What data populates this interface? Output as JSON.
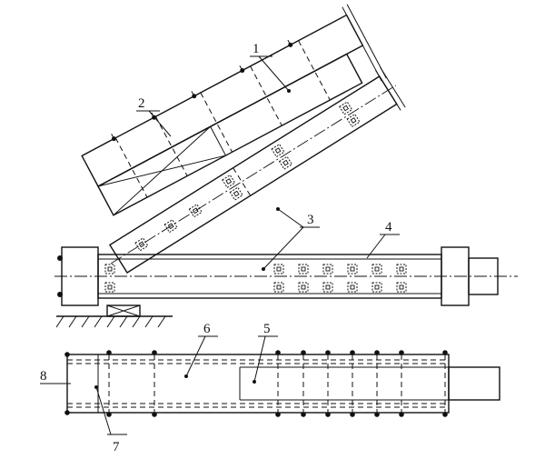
{
  "diagram": {
    "callouts": [
      {
        "id": "callout-1",
        "label": "1"
      },
      {
        "id": "callout-2",
        "label": "2"
      },
      {
        "id": "callout-3",
        "label": "3"
      },
      {
        "id": "callout-4",
        "label": "4"
      },
      {
        "id": "callout-5",
        "label": "5"
      },
      {
        "id": "callout-6",
        "label": "6"
      },
      {
        "id": "callout-7",
        "label": "7"
      },
      {
        "id": "callout-8",
        "label": "8"
      }
    ]
  }
}
